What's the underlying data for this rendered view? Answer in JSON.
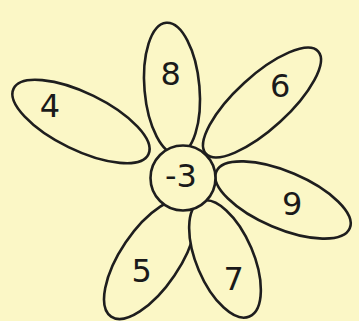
{
  "diagram": {
    "nodes": [
      {
        "text": [
          "8"
        ]
      },
      {
        "text": [
          "4"
        ]
      },
      {
        "text": [
          "6"
        ]
      },
      {
        "text": [
          "-3"
        ]
      },
      {
        "text": [
          "9"
        ]
      },
      {
        "text": [
          "5"
        ]
      },
      {
        "text": [
          "7"
        ]
      }
    ]
  }
}
